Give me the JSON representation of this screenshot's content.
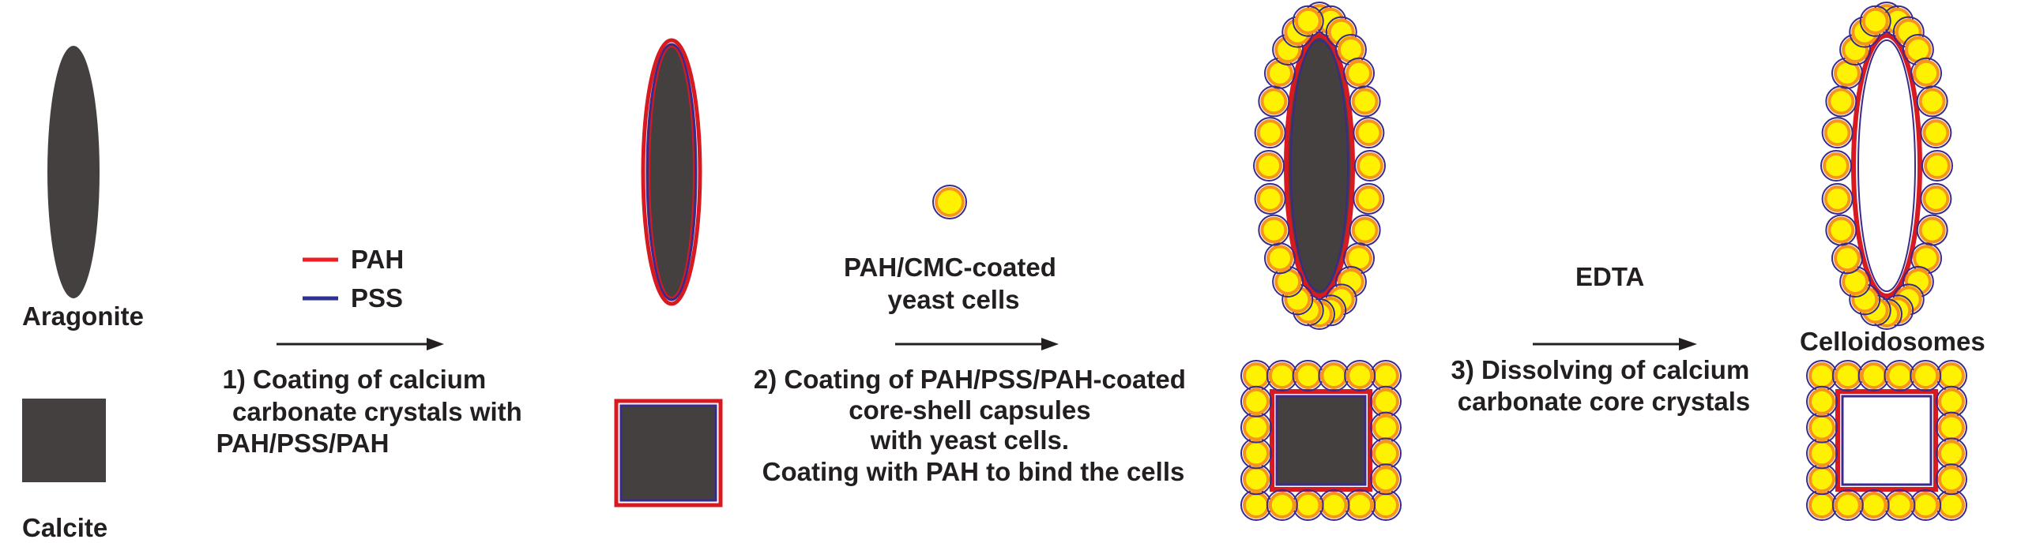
{
  "materials": {
    "aragonite": "Aragonite",
    "calcite": "Calcite"
  },
  "legend": {
    "items": [
      {
        "label": "PAH",
        "color": "#ee1c24"
      },
      {
        "label": "PSS",
        "color": "#2e3192"
      }
    ]
  },
  "steps": {
    "step1": {
      "lines": [
        "1) Coating of calcium",
        "carbonate crystals with",
        "PAH/PSS/PAH"
      ]
    },
    "step2": {
      "reagent_lines": [
        "PAH/CMC-coated",
        "yeast cells"
      ],
      "lines": [
        "2) Coating of PAH/PSS/PAH-coated",
        "core-shell capsules",
        "with yeast cells.",
        "Coating with PAH to bind the cells"
      ]
    },
    "step3": {
      "reagent": "EDTA",
      "lines": [
        "3) Dissolving of calcium",
        "carbonate core crystals"
      ]
    }
  },
  "product": {
    "label": "Celloidosomes"
  },
  "colors": {
    "core": "#454040",
    "pah": "#d71920",
    "pss": "#3a2a8c",
    "yeast_fill": "#fff200",
    "yeast_ring": "#f7941d",
    "arrow": "#231f20"
  }
}
